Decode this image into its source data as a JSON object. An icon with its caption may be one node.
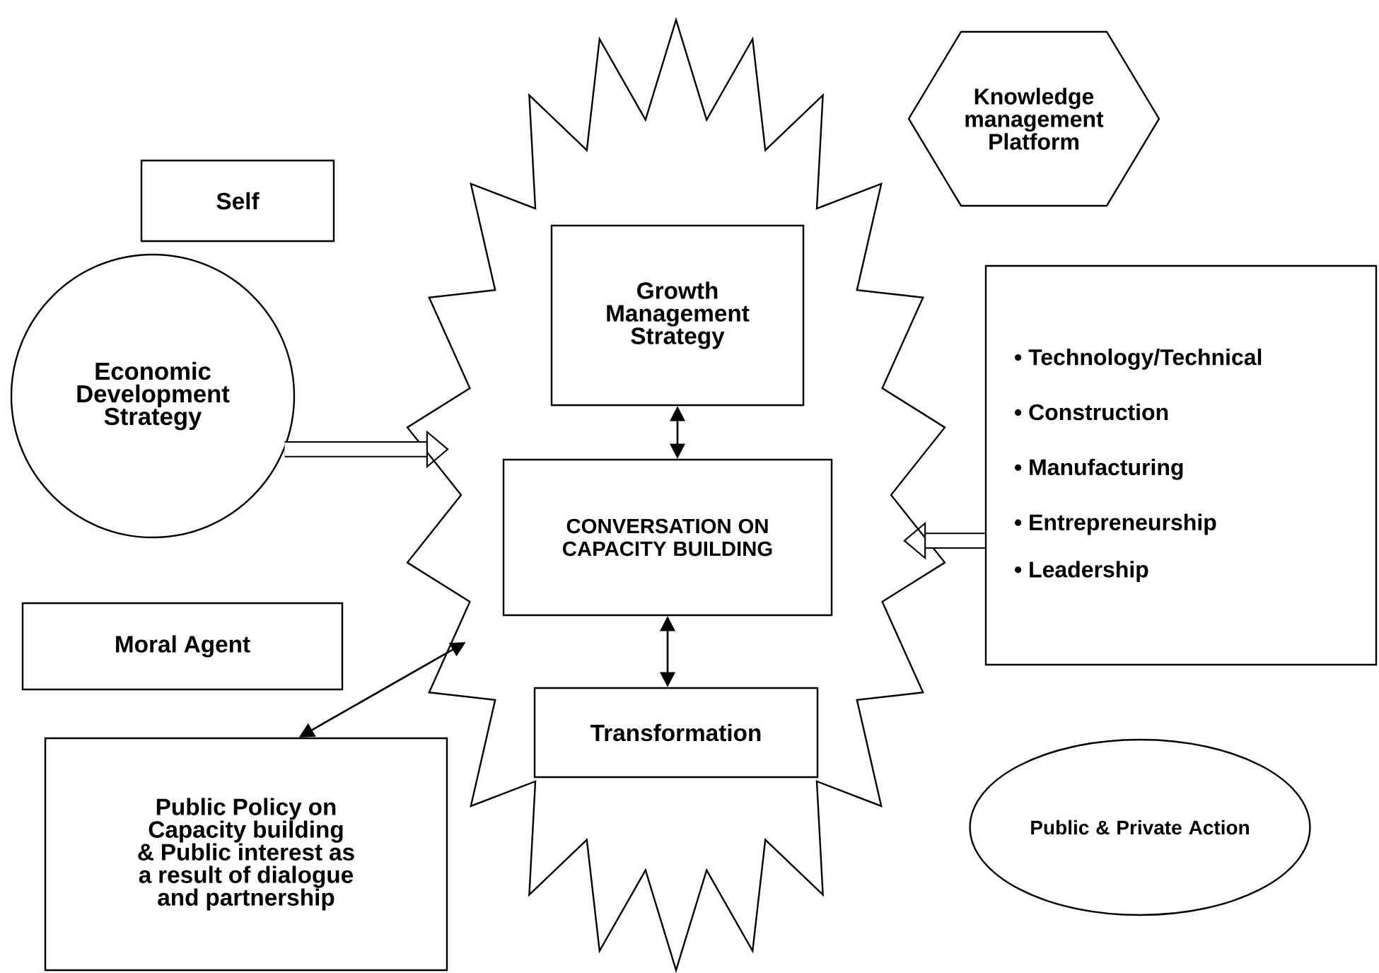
{
  "diagram": {
    "nodes": [
      {
        "text": [
          "Self"
        ]
      },
      {
        "text": [
          "Economic Development Strategy"
        ]
      },
      {
        "text": [],
        "shape": "star"
      },
      {
        "text": [
          "Growth Management Strategy"
        ],
        "in": 2
      },
      {
        "text": [
          "CONVERSATION ON CAPACITY BUILDING"
        ],
        "in": 2
      },
      {
        "text": [
          "Transformation"
        ],
        "in": 2
      },
      {
        "text": [
          "Moral Agent"
        ]
      },
      {
        "text": [
          "Public Policy on Capacity building & Public interest as a result of dialogue and partnership"
        ]
      },
      {
        "text": [
          "Knowledge management Platform"
        ]
      },
      {
        "text": [
          "• Technology/Technical",
          "• Construction",
          "• Manufacturing",
          "• Entrepreneurship",
          "• Leadership"
        ]
      },
      {
        "text": [
          "Public & Private Action"
        ]
      }
    ],
    "edges": [
      {
        "from": 3,
        "to": 4,
        "arrow": "both"
      },
      {
        "from": 4,
        "to": 5,
        "arrow": "both"
      },
      {
        "from": 1,
        "to": 2,
        "arrow": "to",
        "style": "thick"
      },
      {
        "from": 9,
        "to": 2,
        "arrow": "to",
        "style": "thick"
      },
      {
        "from": 7,
        "to": 2,
        "arrow": "both"
      }
    ]
  }
}
